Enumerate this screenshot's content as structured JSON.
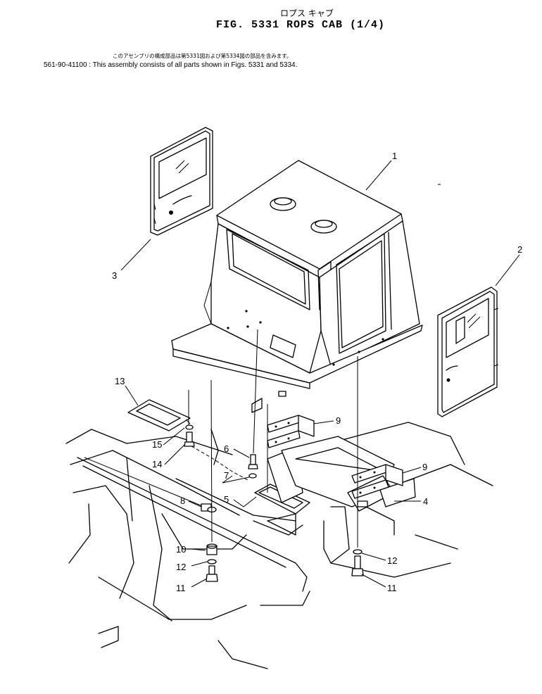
{
  "header": {
    "jp_title": "ロプス キャブ",
    "fig_title": "FIG. 5331  ROPS CAB (1/4)",
    "jp_note": "このアセンブリの構成部品は第5331図および第5334図の部品を含みます。",
    "en_note": "561-90-41100  : This assembly consists of all parts shown in Figs. 5331 and 5334."
  },
  "callouts": {
    "c1": "1",
    "c2": "2",
    "c3": "3",
    "c4": "4",
    "c5": "5",
    "c6": "6",
    "c7": "7",
    "c8": "8",
    "c9a": "9",
    "c9b": "9",
    "c10": "10",
    "c11a": "11",
    "c11b": "11",
    "c12a": "12",
    "c12b": "12",
    "c13": "13",
    "c14": "14",
    "c15": "15"
  }
}
